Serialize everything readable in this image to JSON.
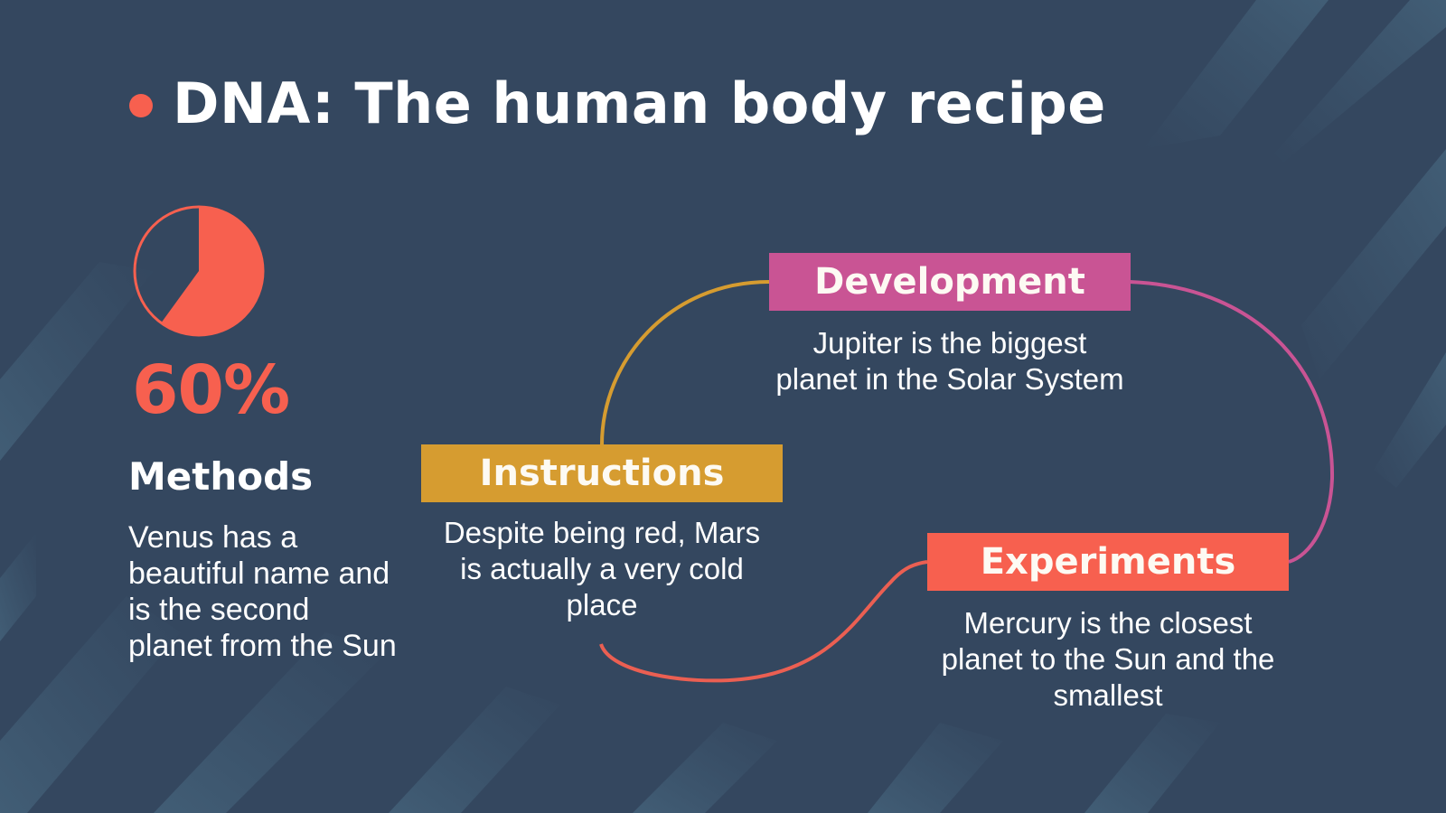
{
  "slide": {
    "title": "DNA: The human body recipe",
    "colors": {
      "background": "#34475f",
      "stripe": "#3f5a72",
      "coral": "#f7604f",
      "gold": "#d69c30",
      "magenta": "#c95494",
      "text": "#ffffff"
    }
  },
  "stat_panel": {
    "percentage": "60%",
    "pie_value": 60,
    "heading": "Methods",
    "description": "Venus has a beautiful name and is the second planet from the Sun"
  },
  "stages": [
    {
      "label": "Instructions",
      "description": "Despite being red, Mars is actually a very cold place",
      "color": "#d69c30"
    },
    {
      "label": "Development",
      "description": "Jupiter is the biggest planet in the Solar System",
      "color": "#c95494"
    },
    {
      "label": "Experiments",
      "description": "Mercury is the closest planet to the Sun and the smallest",
      "color": "#f7604f"
    }
  ]
}
